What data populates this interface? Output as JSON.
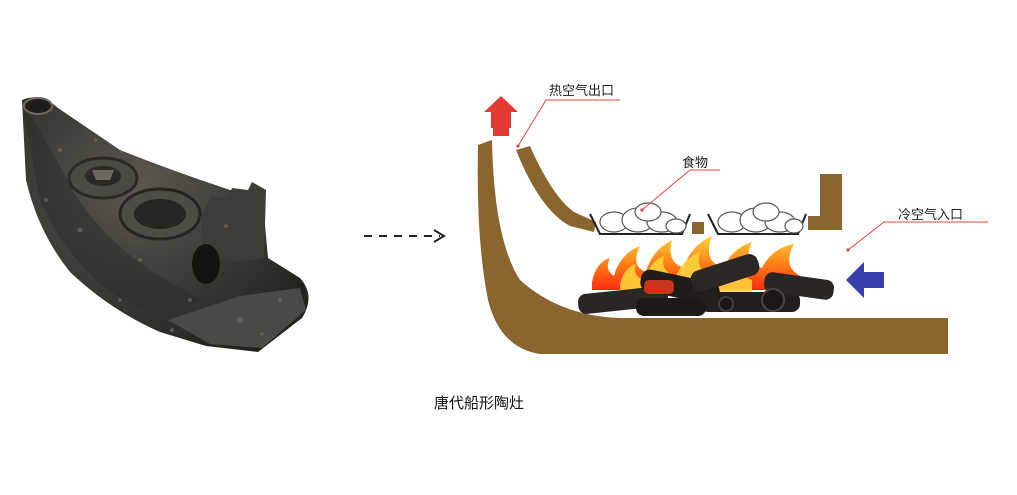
{
  "labels": {
    "hot_air_outlet": "热空气出口",
    "food": "食物",
    "cold_air_inlet": "冷空气入口"
  },
  "caption": "唐代船形陶灶",
  "colors": {
    "stove_body": "#8a6530",
    "hot_arrow": "#e23a33",
    "cold_arrow": "#3a3fae",
    "leader_line": "#e0463c",
    "photo_stone": "#3b3a36"
  },
  "icons": {
    "photo": "boat-shaped-pottery-stove-photo",
    "transition_arrow": "dashed-arrow-right",
    "hot_air_arrow": "arrow-up-icon",
    "cold_air_arrow": "arrow-left-icon"
  }
}
